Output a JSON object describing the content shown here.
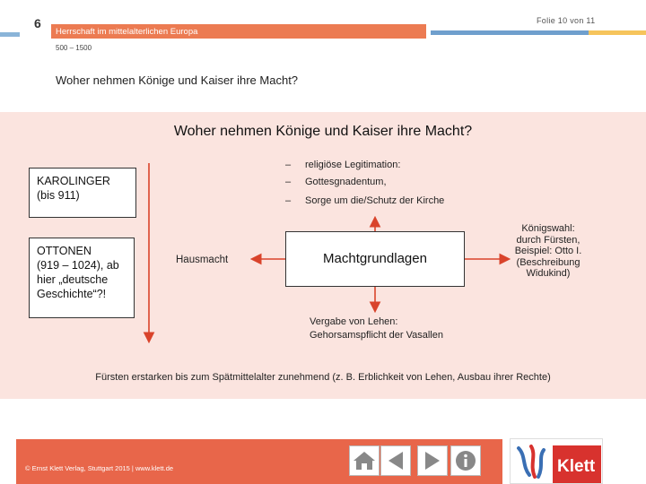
{
  "header": {
    "chapter_number": "6",
    "slide_counter": "Folie 10 von 11",
    "title": "Herrschaft im mittelalterlichen Europa",
    "period": "500 – 1500",
    "slide_heading": "Woher nehmen Könige und Kaiser ihre Macht?"
  },
  "diagram": {
    "title": "Woher nehmen Könige und Kaiser ihre Macht?",
    "karolinger": [
      "KAROLINGER",
      "(bis 911)"
    ],
    "ottonen": [
      "OTTONEN",
      "(919 – 1024), ab",
      "hier „deutsche",
      "Geschichte“?!"
    ],
    "center": "Machtgrundlagen",
    "top_items": [
      "religiöse Legitimation:",
      "Gottesgnadentum,",
      "Sorge um die/Schutz der Kirche"
    ],
    "top_dash": "–",
    "left": "Hausmacht",
    "right": [
      "Königswahl:",
      "durch Fürsten,",
      "Beispiel: Otto I.",
      "(Beschreibung",
      "Widukind)"
    ],
    "bottom": [
      "Vergabe von Lehen:",
      "Gehorsamspflicht der Vasallen"
    ],
    "conclusion": "Fürsten erstarken bis zum Spätmittelalter zunehmend (z. B. Erblichkeit von Lehen, Ausbau ihrer Rechte)"
  },
  "footer": {
    "copyright": "© Ernst Klett Verlag, Stuttgart 2015 | www.klett.de",
    "logo_text": "Klett",
    "nav_icons": [
      "home-icon",
      "back-icon",
      "forward-icon",
      "info-icon"
    ]
  },
  "colors": {
    "accent_orange": "#ec7b52",
    "panel_pink": "#fbe4df",
    "footer_red": "#e8664a",
    "klett_red": "#d8322e",
    "arrow_red": "#d9432b"
  }
}
